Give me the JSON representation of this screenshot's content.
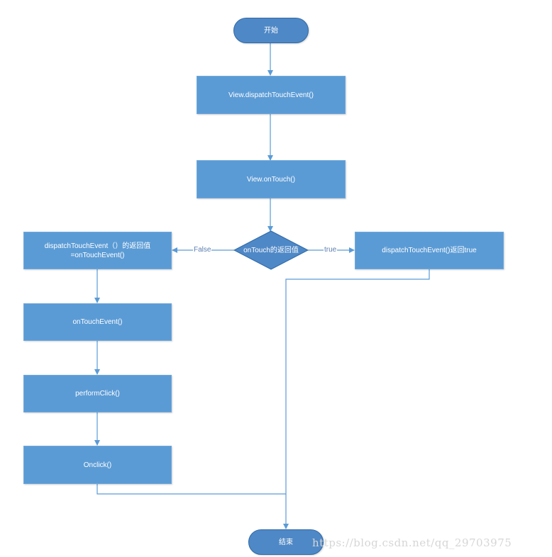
{
  "nodes": {
    "start": "开始",
    "view_dispatch": "View.dispatchTouchEvent()",
    "view_ontouch": "View.onTouch()",
    "decision": "onTouch的返回值",
    "return_ontouchevent_line1": "dispatchTouchEvent（）的返回值",
    "return_ontouchevent_line2": "=onTouchEvent()",
    "return_true": "dispatchTouchEvent()返回true",
    "ontouchevent": "onTouchEvent()",
    "performclick": "performClick()",
    "onclick": "Onclick()",
    "end": "结束"
  },
  "edges": {
    "false_label": "False",
    "true_label": "true"
  },
  "watermark": "https://blog.csdn.net/qq_29703975",
  "colors": {
    "box_fill": "#5b9bd5",
    "terminal_fill": "#4f88c6",
    "line": "#5b9bd5",
    "text": "#ffffff"
  }
}
